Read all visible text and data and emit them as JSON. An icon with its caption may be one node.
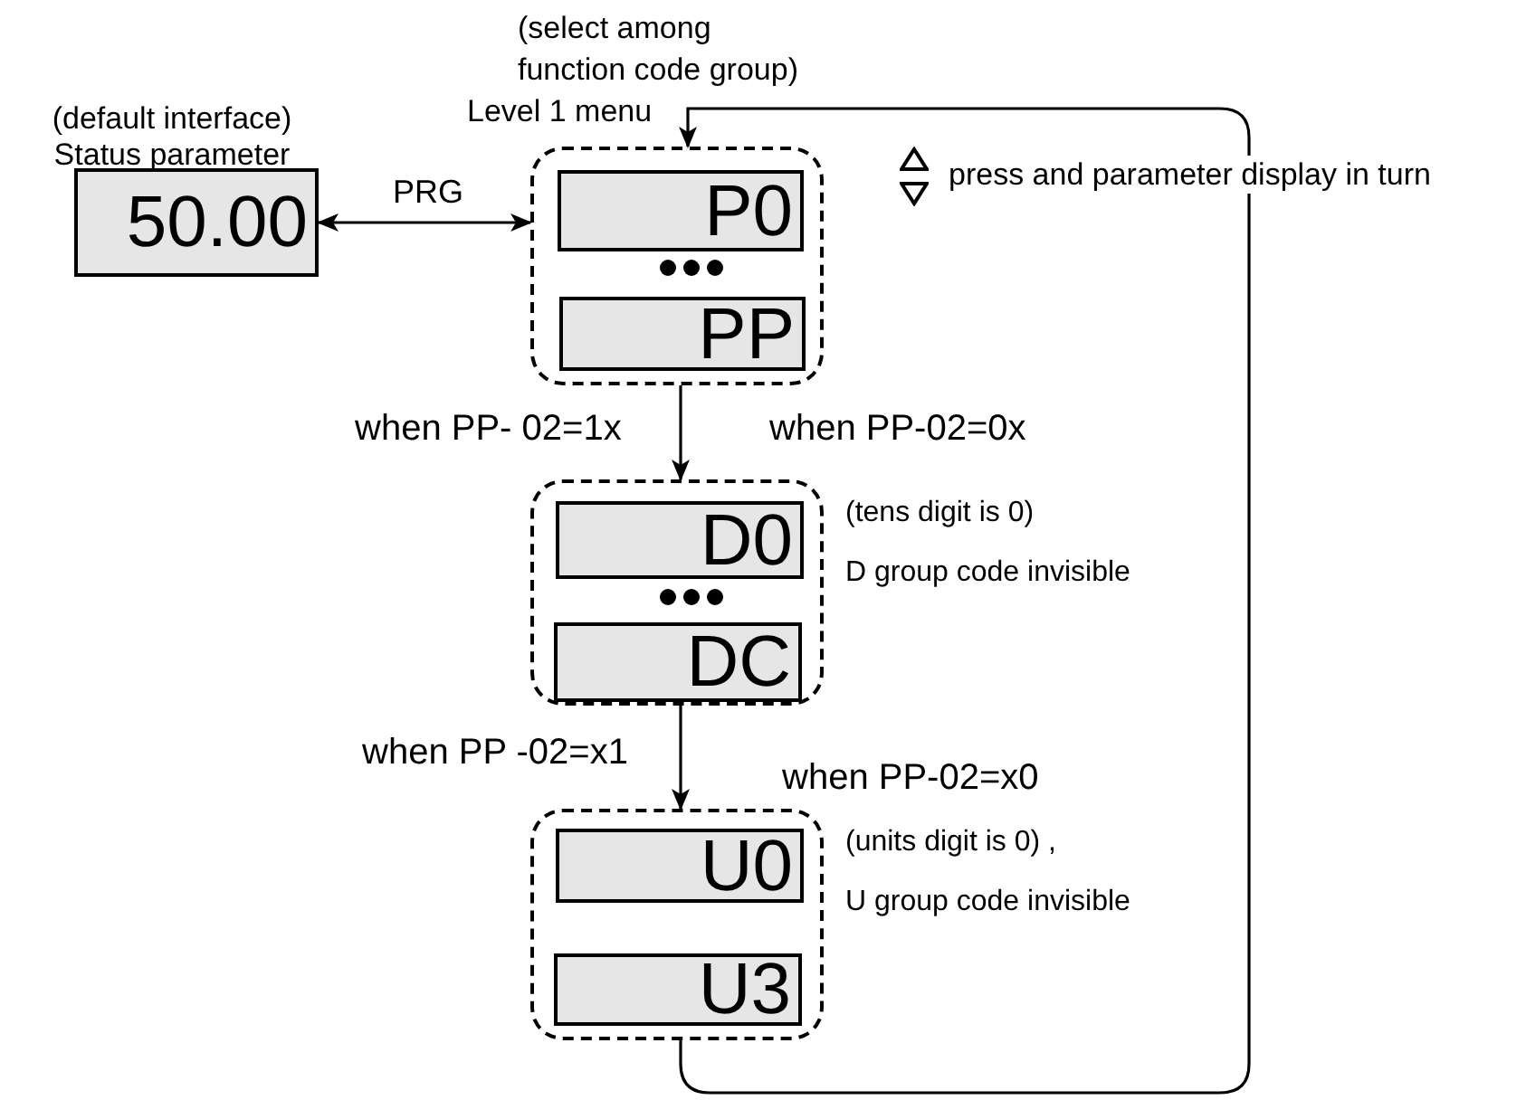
{
  "diagram": {
    "nodes": [
      {
        "text": [
          "50.00"
        ],
        "beside": [
          "(default interface)",
          "Status parameter"
        ]
      },
      {
        "text": [],
        "shape": "box",
        "beside": [
          "(select among function code group)",
          "Level 1 menu"
        ]
      },
      {
        "text": [
          "P0"
        ],
        "in": 1
      },
      {
        "text": [
          "PP"
        ],
        "in": 1
      },
      {
        "text": [],
        "shape": "box"
      },
      {
        "text": [
          "D0"
        ],
        "in": 4
      },
      {
        "text": [
          "DC"
        ],
        "in": 4
      },
      {
        "text": [],
        "shape": "box"
      },
      {
        "text": [
          "U0"
        ],
        "in": 7
      },
      {
        "text": [
          "U3"
        ],
        "in": 7
      }
    ],
    "edges": [
      {
        "from": 0,
        "to": 1,
        "arrow": "both",
        "label": "PRG"
      },
      {
        "from": 1,
        "to": 4,
        "arrow": "to",
        "label": "when PP- 02=1x"
      },
      {
        "from": 4,
        "to": 7,
        "arrow": "to",
        "label": "when PP -02=x1"
      },
      {
        "from": 7,
        "to": 1,
        "arrow": "to"
      }
    ],
    "labels": [
      "when PP-02=0x",
      "(tens digit is 0)",
      "D group code invisible",
      "when PP-02=x0",
      "(units digit is 0) ,",
      "U group code invisible",
      "press and parameter display in turn"
    ]
  }
}
